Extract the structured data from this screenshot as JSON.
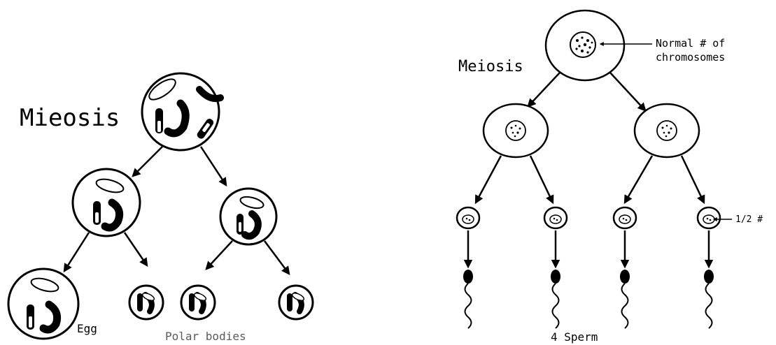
{
  "oogenesis": {
    "title": "Mieosis",
    "egg_label": "Egg",
    "polar_label": "Polar bodies"
  },
  "spermatogenesis": {
    "title": "Meiosis",
    "normal_label_line1": "Normal # of",
    "normal_label_line2": "chromosomes",
    "half_label": "1/2 #",
    "sperm_label": "4 Sperm"
  },
  "colors": {
    "ink": "#000000",
    "paper": "#ffffff",
    "label_grey": "#5a5a5a"
  }
}
